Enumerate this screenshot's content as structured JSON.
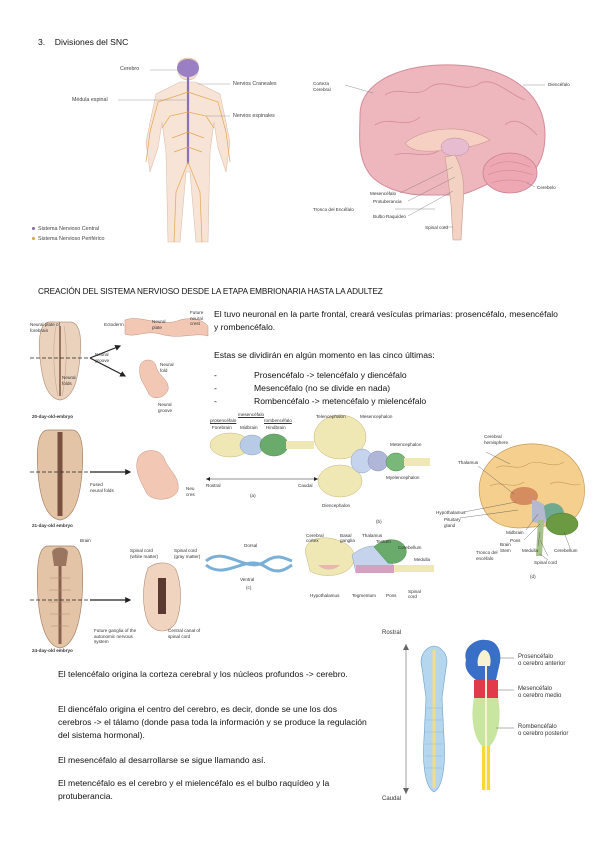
{
  "section": {
    "number": "3.",
    "title": "Divisiones del SNC"
  },
  "body_diagram": {
    "labels": {
      "cerebro": "Cerebro",
      "medula": "Médula espinal",
      "craneales": "Nervios Craneales",
      "espinales": "Nervios espinales"
    },
    "legend": [
      {
        "text": "Sistema Nervioso Central",
        "color": "#7a6aa8"
      },
      {
        "text": "Sistema Nervioso Periférico",
        "color": "#e0a040"
      }
    ]
  },
  "brain_section": {
    "labels": {
      "corteza": "Corteza Cerebral",
      "diencefalo": "Diencéfalo",
      "mesencefalo": "Mesencéfalo",
      "protuberancia": "Protuberancia",
      "tronco": "Tronco del Encéfalo",
      "bulbo": "Bulbo Raquídeo",
      "cerebelo": "Cerebelo",
      "spinal": "Spinal cord"
    }
  },
  "heading": "CREACIÓN DEL SISTEMA NERVIOSO DESDE LA ETAPA EMBRIONARIA HASTA LA ADULTEZ",
  "intro": "El tuvo neuronal en la parte frontal, creará vesículas primarias: prosencéfalo, mesencéfalo y rombencéfalo.",
  "divide_text": "Estas se dividirán en algún momento en las cinco últimas:",
  "divisions": [
    "Prosencéfalo -> telencéfalo y diencéfalo",
    "Mesencéfalo (no se divide en nada)",
    "Rombencéfalo -> metencéfalo y mielencéfalo"
  ],
  "embryo": {
    "labels": {
      "plate": "Neural plate of forebrain",
      "ectoderm": "Ectoderm",
      "nplate": "Neural plate",
      "crest": "Future neural crest",
      "groove": "Neural groove",
      "folds": "Neural folds",
      "nfold": "Neural fold",
      "ngroove": "Neural groove",
      "d20": "20-day-old-embryo",
      "fused": "Fused neural folds",
      "neu": "Neu cres",
      "d21": "21-day-old embryo",
      "brain": "Brain",
      "scw": "Spinal cord (white matter)",
      "scg": "Spinal cord (gray matter)",
      "ganglia": "Future ganglia of the autonomic nervous system",
      "canal": "Central canal of spinal cord",
      "d24": "24-day-old embryo"
    }
  },
  "vesicles": {
    "labels": {
      "pros": "prosencéfalo",
      "mes": "mesencéfalo",
      "romb": "rombencéfalo",
      "fore": "Forebrain",
      "mid": "Midbrain",
      "hind": "Hindbrain",
      "rostral": "Rostral",
      "caudal": "Caudal",
      "a": "(a)",
      "tel": "Telencephalon",
      "mese": "Mesencephalon",
      "met": "Metencephalon",
      "myel": "Myelencephalon",
      "dien": "Diencephalon",
      "b": "(b)",
      "dorsal": "Dorsal",
      "ventral": "Ventral",
      "c": "(c)",
      "cc": "Cerebral cortex",
      "bg": "Basal ganglia",
      "thal": "Thalamus",
      "tect": "Tectum",
      "cereb": "Cerebellum",
      "med": "Medulla",
      "hypo": "Hypothalamus",
      "teg": "Tegmentum",
      "pons": "Pons",
      "sc": "Spinal cord"
    }
  },
  "adult_brain": {
    "labels": {
      "hemi": "Cerebral hemisphere",
      "thal": "Thalamus",
      "hypo": "Hypothalamus",
      "pit": "Pituitary gland",
      "mid": "Midbrain",
      "pons": "Pons",
      "stem": "Brain Stem",
      "med": "Medulla",
      "cereb": "Cerebellum",
      "tronco": "Tronco del encéfalo",
      "sc": "Spinal cord",
      "d": "(d)"
    }
  },
  "tube": {
    "labels": {
      "rostral": "Rostral",
      "caudal": "Caudal",
      "p1": "Prosencéfalo",
      "p2": "o cerebro anterior",
      "m1": "Mesencéfalo",
      "m2": "o cerebro medio",
      "r1": "Rombencéfalo",
      "r2": "o cerebro posterior"
    }
  },
  "paragraphs": [
    "El telencéfalo origina la corteza cerebral y los núcleos profundos -> cerebro.",
    "El diencéfalo origina el centro del cerebro, es decir, donde se une los dos cerebros -> el tálamo (donde pasa toda la información y se produce la regulación del sistema hormonal).",
    "El mesencéfalo al desarrollarse se sigue llamando así.",
    "El metencéfalo es el cerebro y el mielencéfalo es el bulbo raquídeo y la protuberancia."
  ]
}
